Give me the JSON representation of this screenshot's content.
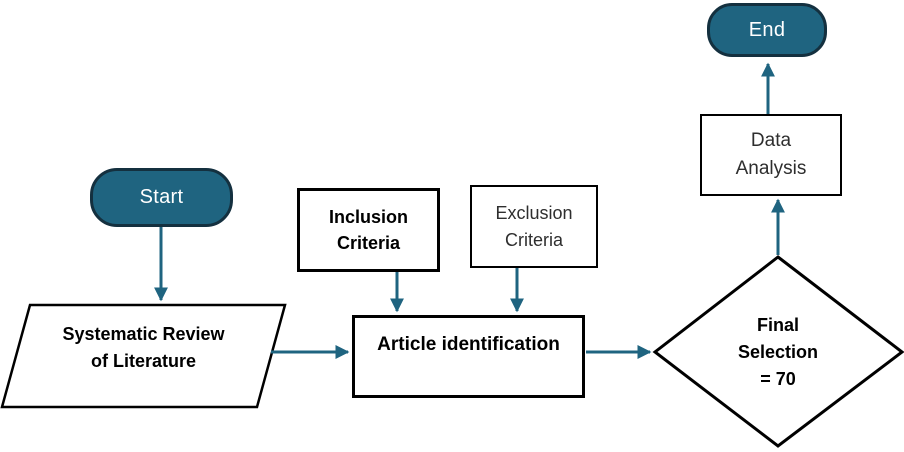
{
  "diagram": {
    "type": "flowchart",
    "background": "#ffffff",
    "palette": {
      "terminator_fill": "#1f6480",
      "terminator_border": "#14303f",
      "terminator_text": "#ffffff",
      "arrow": "#1f6480",
      "shape_border": "#000000",
      "shape_fill": "#ffffff",
      "bold_text": "#000000",
      "regular_text": "#2e2e2e"
    },
    "nodes": {
      "start": {
        "type": "terminator",
        "label": "Start"
      },
      "systematic_review": {
        "type": "parallelogram",
        "lines": [
          "Systematic Review",
          "of Literature"
        ]
      },
      "inclusion_criteria": {
        "type": "process",
        "lines": [
          "Inclusion",
          "Criteria"
        ]
      },
      "exclusion_criteria": {
        "type": "process",
        "lines": [
          "Exclusion",
          "Criteria"
        ]
      },
      "article_identification": {
        "type": "process",
        "label": "Article identification"
      },
      "final_selection": {
        "type": "decision",
        "lines": [
          "Final",
          "Selection",
          "= 70"
        ]
      },
      "data_analysis": {
        "type": "process",
        "lines": [
          "Data",
          "Analysis"
        ]
      },
      "end": {
        "type": "terminator",
        "label": "End"
      }
    },
    "edges": [
      {
        "from": "start",
        "to": "systematic_review"
      },
      {
        "from": "systematic_review",
        "to": "article_identification"
      },
      {
        "from": "inclusion_criteria",
        "to": "article_identification"
      },
      {
        "from": "exclusion_criteria",
        "to": "article_identification"
      },
      {
        "from": "article_identification",
        "to": "final_selection"
      },
      {
        "from": "final_selection",
        "to": "data_analysis"
      },
      {
        "from": "data_analysis",
        "to": "end"
      }
    ]
  }
}
